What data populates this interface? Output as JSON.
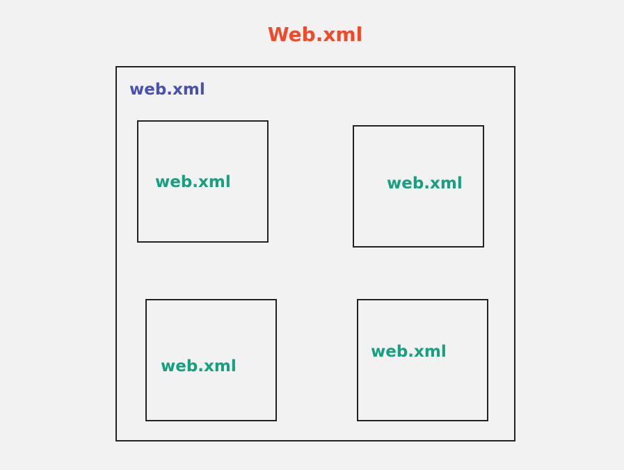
{
  "diagram": {
    "title": "Web.xml",
    "container": {
      "label": "web.xml"
    },
    "boxes": [
      {
        "label": "web.xml"
      },
      {
        "label": "web.xml"
      },
      {
        "label": "web.xml"
      },
      {
        "label": "web.xml"
      }
    ]
  },
  "colors": {
    "title": "#ef4a2a",
    "container_label": "#4a4fb0",
    "box_label": "#16a07f",
    "border": "#222222",
    "background": "#f2f2f2"
  }
}
